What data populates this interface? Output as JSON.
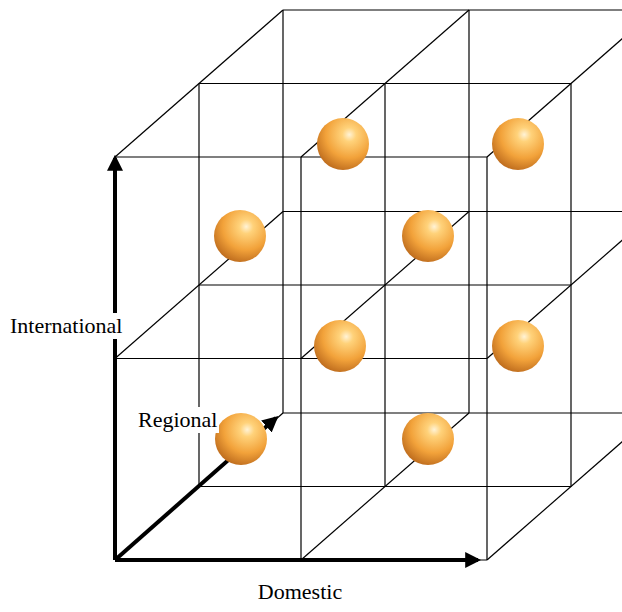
{
  "diagram": {
    "labels": [
      "International",
      "Regional",
      "Domestic"
    ]
  }
}
